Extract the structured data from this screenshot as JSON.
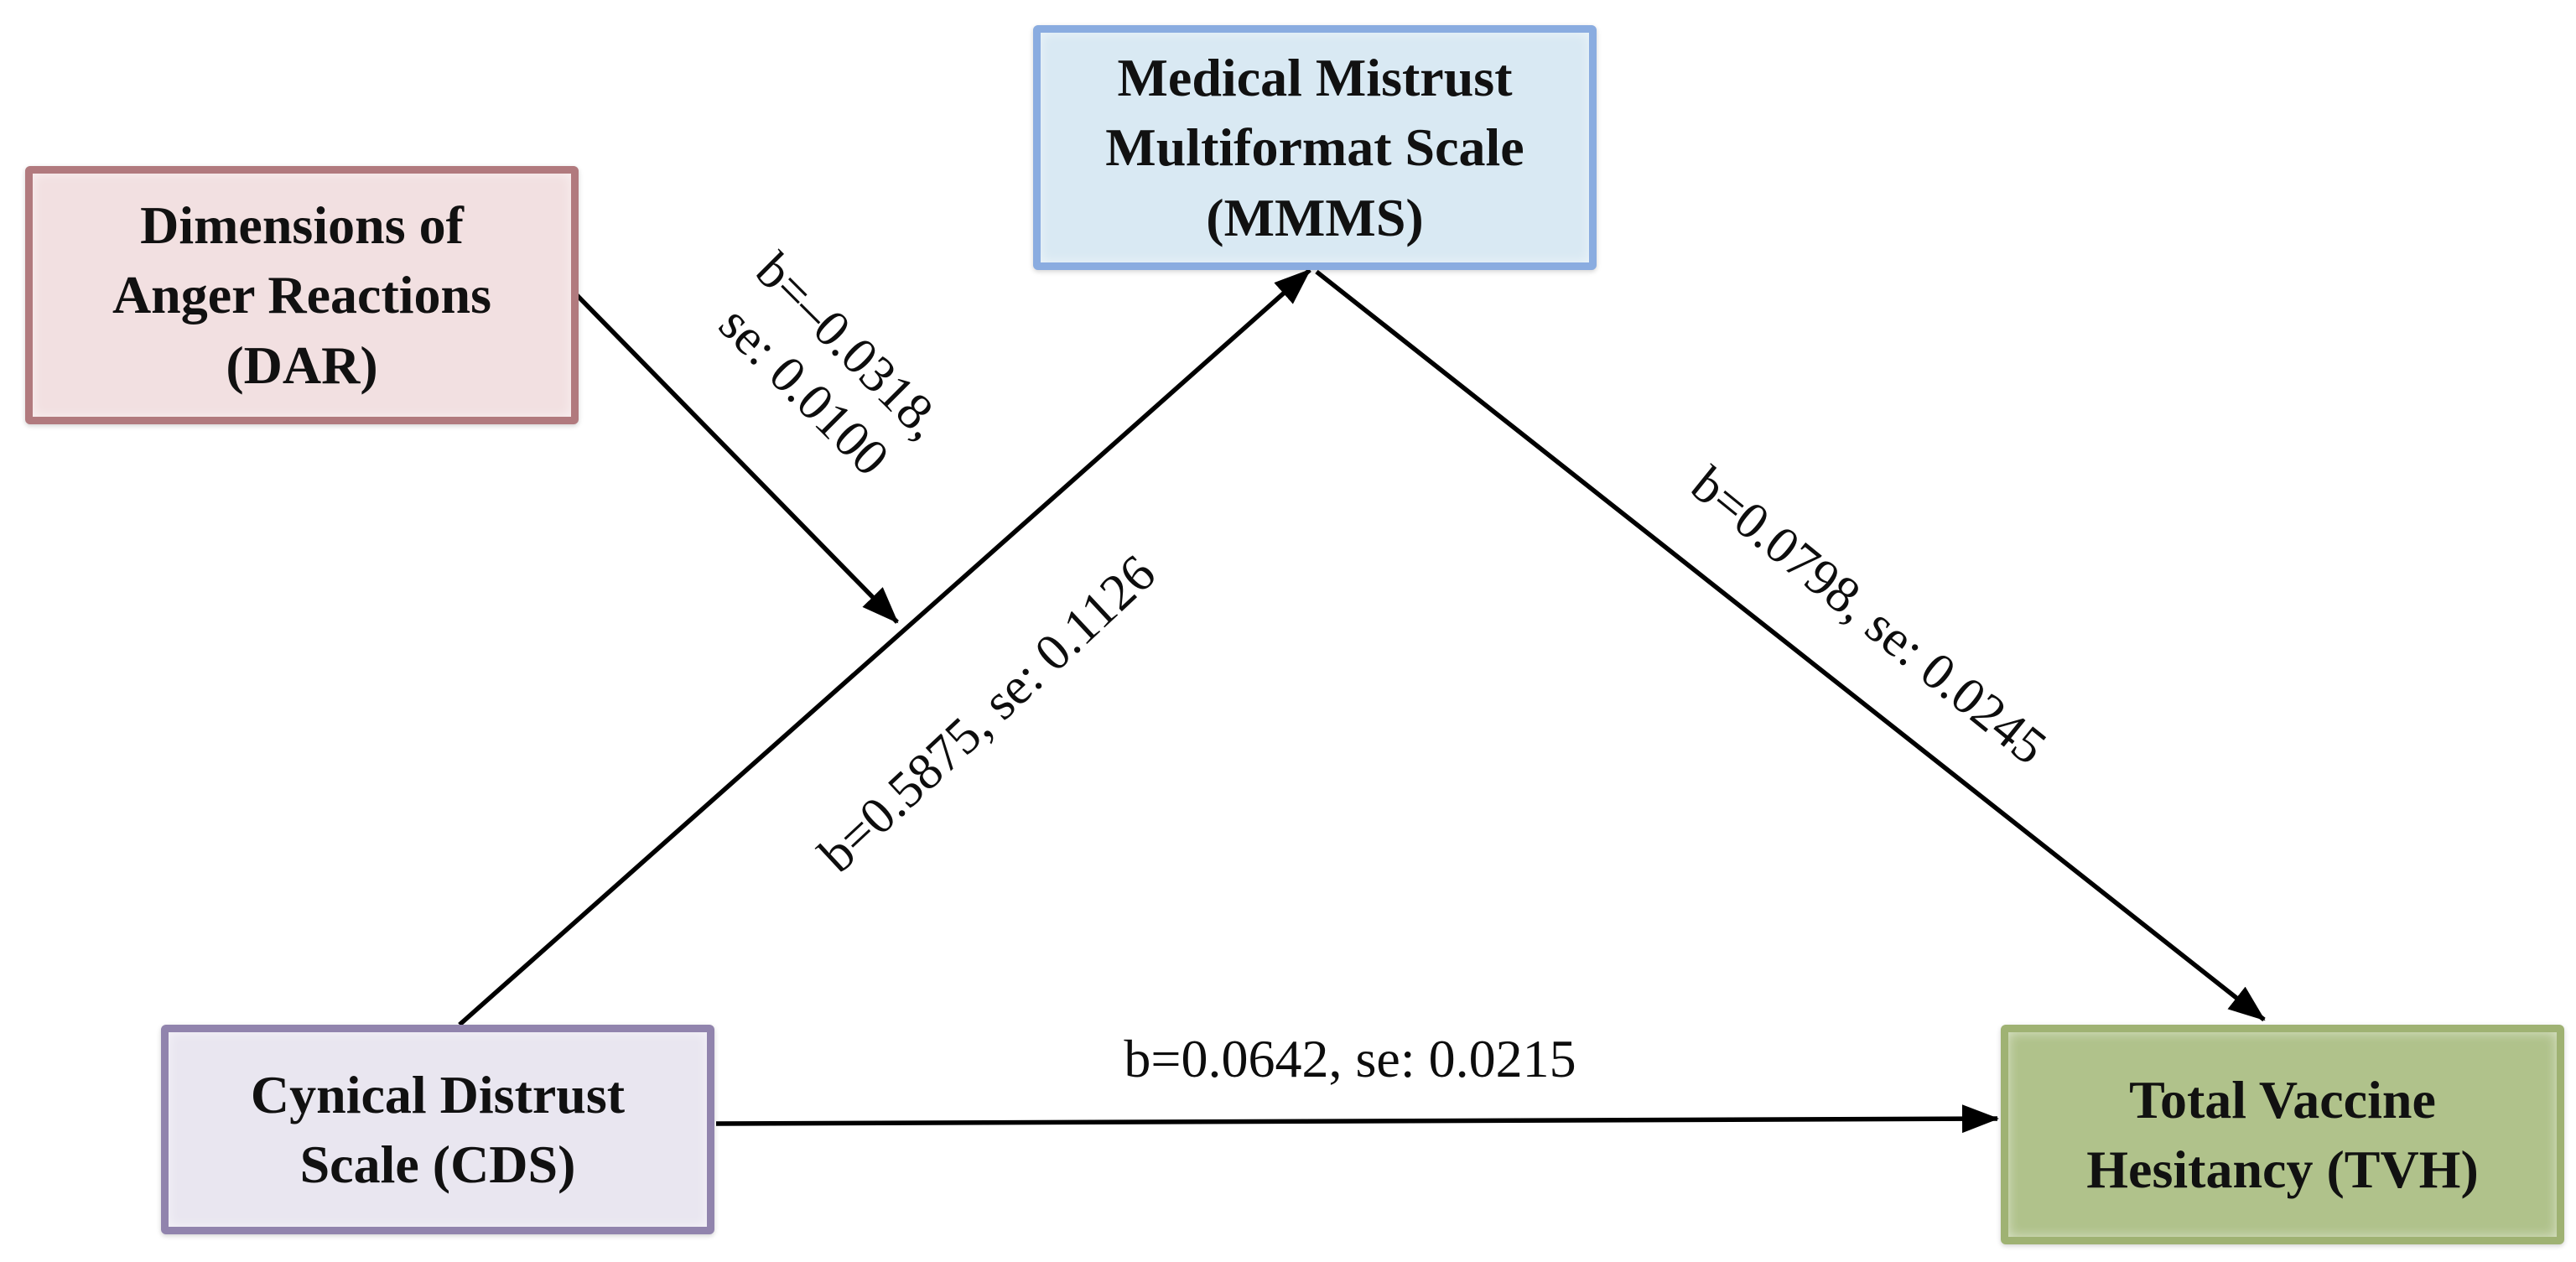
{
  "figure": {
    "background": "#ffffff",
    "arrow_color": "#000000",
    "text_color": "#111111",
    "nodes": {
      "dar": {
        "label": "Dimensions of\nAnger Reactions\n(DAR)",
        "fill": "#f2e0e1",
        "border": "#b17a7e"
      },
      "mmms": {
        "label": "Medical Mistrust\nMultiformat Scale\n(MMMS)",
        "fill": "#d9e9f3",
        "border": "#8aace0"
      },
      "cds": {
        "label": "Cynical Distrust\nScale (CDS)",
        "fill": "#e9e6f0",
        "border": "#9184ad"
      },
      "tvh": {
        "label": "Total Vaccine\nHesitancy (TVH)",
        "fill": "#b0c28b",
        "border": "#9fb273"
      }
    },
    "edges": {
      "dar_to_a_path": {
        "label": "b=–0.0318,\nse: 0.0100"
      },
      "cds_to_mmms": {
        "label": "b=0.5875, se: 0.1126"
      },
      "mmms_to_tvh": {
        "label": "b=0.0798, se: 0.0245"
      },
      "cds_to_tvh": {
        "label": "b=0.0642, se: 0.0215"
      }
    }
  }
}
